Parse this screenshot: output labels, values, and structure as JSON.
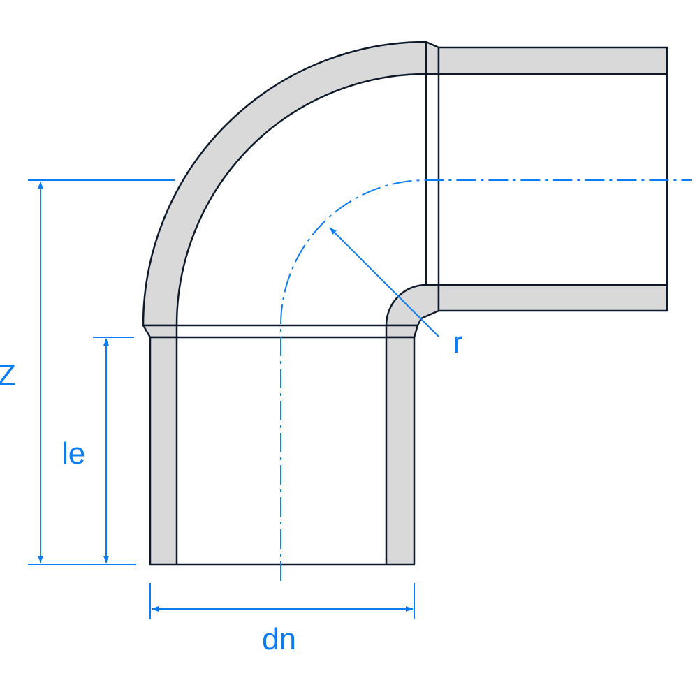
{
  "colors": {
    "outline": "#0d1a2b",
    "fill": "#d9d9d9",
    "dimension": "#0a7cf5"
  },
  "labels": {
    "z": "Z",
    "le": "le",
    "dn": "dn",
    "r": "r"
  }
}
